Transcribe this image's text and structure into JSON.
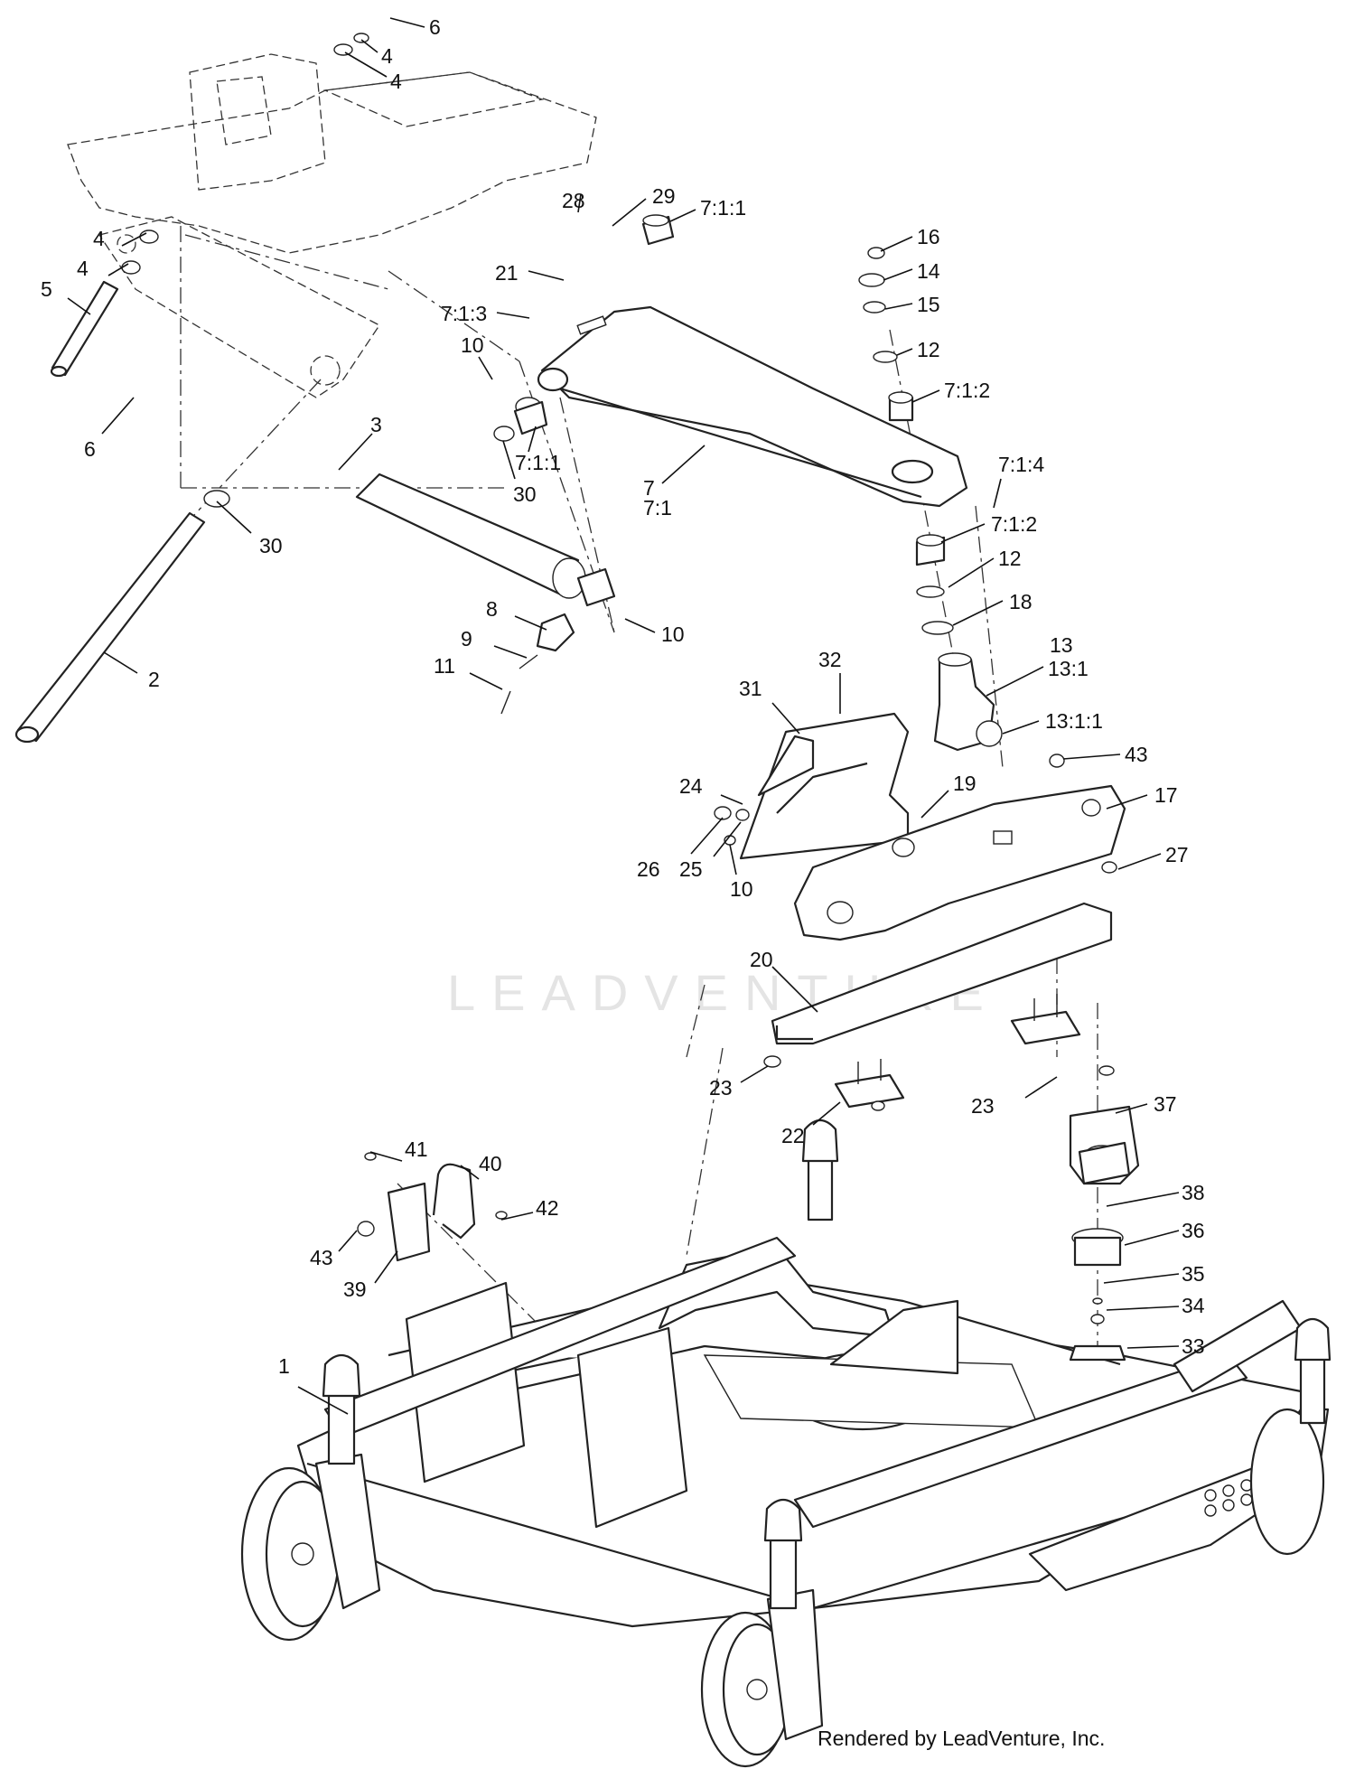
{
  "watermark": "LEADVENTURE",
  "footer": "Rendered by LeadVenture, Inc.",
  "callouts": [
    {
      "label": "6"
    },
    {
      "label": "4"
    },
    {
      "label": "4"
    },
    {
      "label": "28"
    },
    {
      "label": "29"
    },
    {
      "label": "7:1:1"
    },
    {
      "label": "16"
    },
    {
      "label": "14"
    },
    {
      "label": "15"
    },
    {
      "label": "12"
    },
    {
      "label": "7:1:2"
    },
    {
      "label": "4"
    },
    {
      "label": "4"
    },
    {
      "label": "21"
    },
    {
      "label": "7:1:3"
    },
    {
      "label": "5"
    },
    {
      "label": "10"
    },
    {
      "label": "6"
    },
    {
      "label": "3"
    },
    {
      "label": "7:1:1"
    },
    {
      "label": "30"
    },
    {
      "label": "7"
    },
    {
      "label": "7:1"
    },
    {
      "label": "7:1:4"
    },
    {
      "label": "30"
    },
    {
      "label": "7:1:2"
    },
    {
      "label": "12"
    },
    {
      "label": "18"
    },
    {
      "label": "8"
    },
    {
      "label": "10"
    },
    {
      "label": "9"
    },
    {
      "label": "11"
    },
    {
      "label": "2"
    },
    {
      "label": "13"
    },
    {
      "label": "13:1"
    },
    {
      "label": "13:1:1"
    },
    {
      "label": "32"
    },
    {
      "label": "31"
    },
    {
      "label": "43"
    },
    {
      "label": "24"
    },
    {
      "label": "19"
    },
    {
      "label": "17"
    },
    {
      "label": "27"
    },
    {
      "label": "26"
    },
    {
      "label": "25"
    },
    {
      "label": "10"
    },
    {
      "label": "20"
    },
    {
      "label": "23"
    },
    {
      "label": "23"
    },
    {
      "label": "22"
    },
    {
      "label": "37"
    },
    {
      "label": "41"
    },
    {
      "label": "40"
    },
    {
      "label": "42"
    },
    {
      "label": "38"
    },
    {
      "label": "36"
    },
    {
      "label": "43"
    },
    {
      "label": "39"
    },
    {
      "label": "35"
    },
    {
      "label": "34"
    },
    {
      "label": "33"
    },
    {
      "label": "1"
    }
  ]
}
